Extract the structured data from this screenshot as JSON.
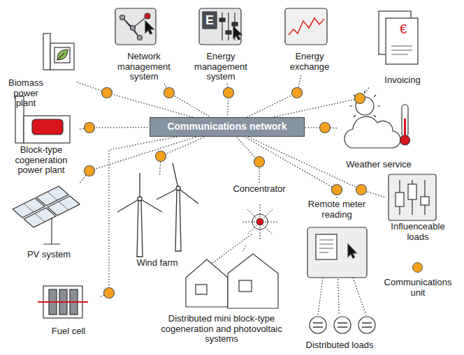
{
  "diagram": {
    "nodes": [
      {
        "text": [
          "Biomass power plant"
        ]
      },
      {
        "text": [
          "Network management system"
        ]
      },
      {
        "text": [
          "Energy management system"
        ]
      },
      {
        "text": [
          "Energy exchange"
        ]
      },
      {
        "text": [
          "Invoicing"
        ]
      },
      {
        "text": [
          "Block-type cogeneration power plant"
        ]
      },
      {
        "text": [
          "Communications network"
        ]
      },
      {
        "text": [
          "Weather service"
        ]
      },
      {
        "text": [
          "Concentrator"
        ]
      },
      {
        "text": [
          "Remote meter reading"
        ]
      },
      {
        "text": [
          "Influenceable loads"
        ]
      },
      {
        "text": [
          "PV system"
        ]
      },
      {
        "text": [
          "Wind farm"
        ]
      },
      {
        "text": [
          "Distributed mini block-type cogeneration and photovoltaic systems"
        ]
      },
      {
        "text": [
          "Fuel cell"
        ]
      },
      {
        "text": [
          "Distributed loads"
        ]
      }
    ],
    "edges": [
      {
        "from": 0,
        "to": 6,
        "arrow": "none"
      },
      {
        "from": 1,
        "to": 6,
        "arrow": "none"
      },
      {
        "from": 2,
        "to": 6,
        "arrow": "none"
      },
      {
        "from": 3,
        "to": 6,
        "arrow": "none"
      },
      {
        "from": 4,
        "to": 6,
        "arrow": "none"
      },
      {
        "from": 5,
        "to": 6,
        "arrow": "none"
      },
      {
        "from": 7,
        "to": 6,
        "arrow": "none"
      },
      {
        "from": 8,
        "to": 6,
        "arrow": "none"
      },
      {
        "from": 9,
        "to": 6,
        "arrow": "none"
      },
      {
        "from": 10,
        "to": 6,
        "arrow": "none"
      },
      {
        "from": 11,
        "to": 6,
        "arrow": "none"
      },
      {
        "from": 12,
        "to": 6,
        "arrow": "none"
      },
      {
        "from": 14,
        "to": 6,
        "arrow": "none"
      },
      {
        "from": 8,
        "to": 13,
        "arrow": "none"
      },
      {
        "from": 9,
        "to": 15,
        "arrow": "none"
      }
    ],
    "labels": [
      "E",
      "€"
    ],
    "legend": [
      {
        "text": "Communications unit",
        "color": "#f5a11c"
      }
    ]
  }
}
